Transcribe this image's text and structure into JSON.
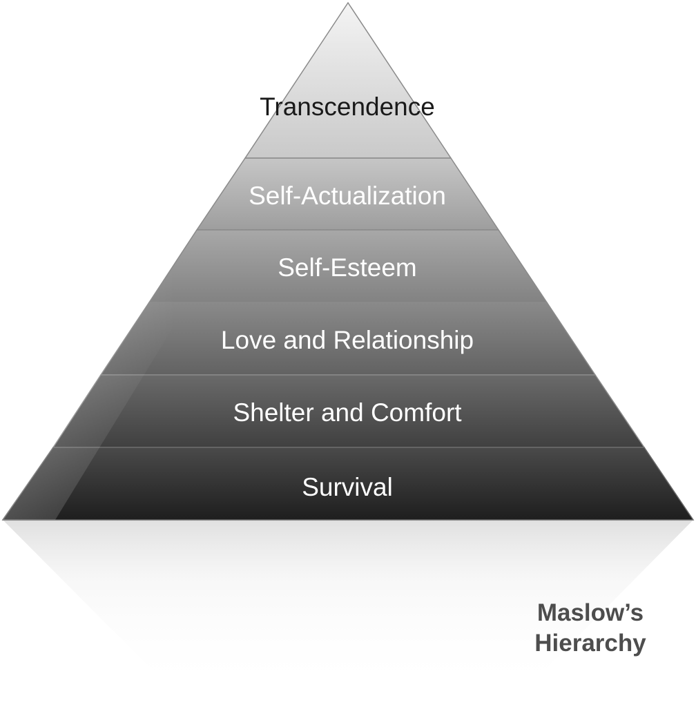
{
  "diagram": {
    "tiers": [
      {
        "label": "Transcendence"
      },
      {
        "label": "Self-Actualization"
      },
      {
        "label": "Self-Esteem"
      },
      {
        "label": "Love and Relationship"
      },
      {
        "label": "Shelter and Comfort"
      },
      {
        "label": "Survival"
      }
    ],
    "caption": {
      "line1": "Maslow’s",
      "line2": "Hierarchy"
    }
  }
}
